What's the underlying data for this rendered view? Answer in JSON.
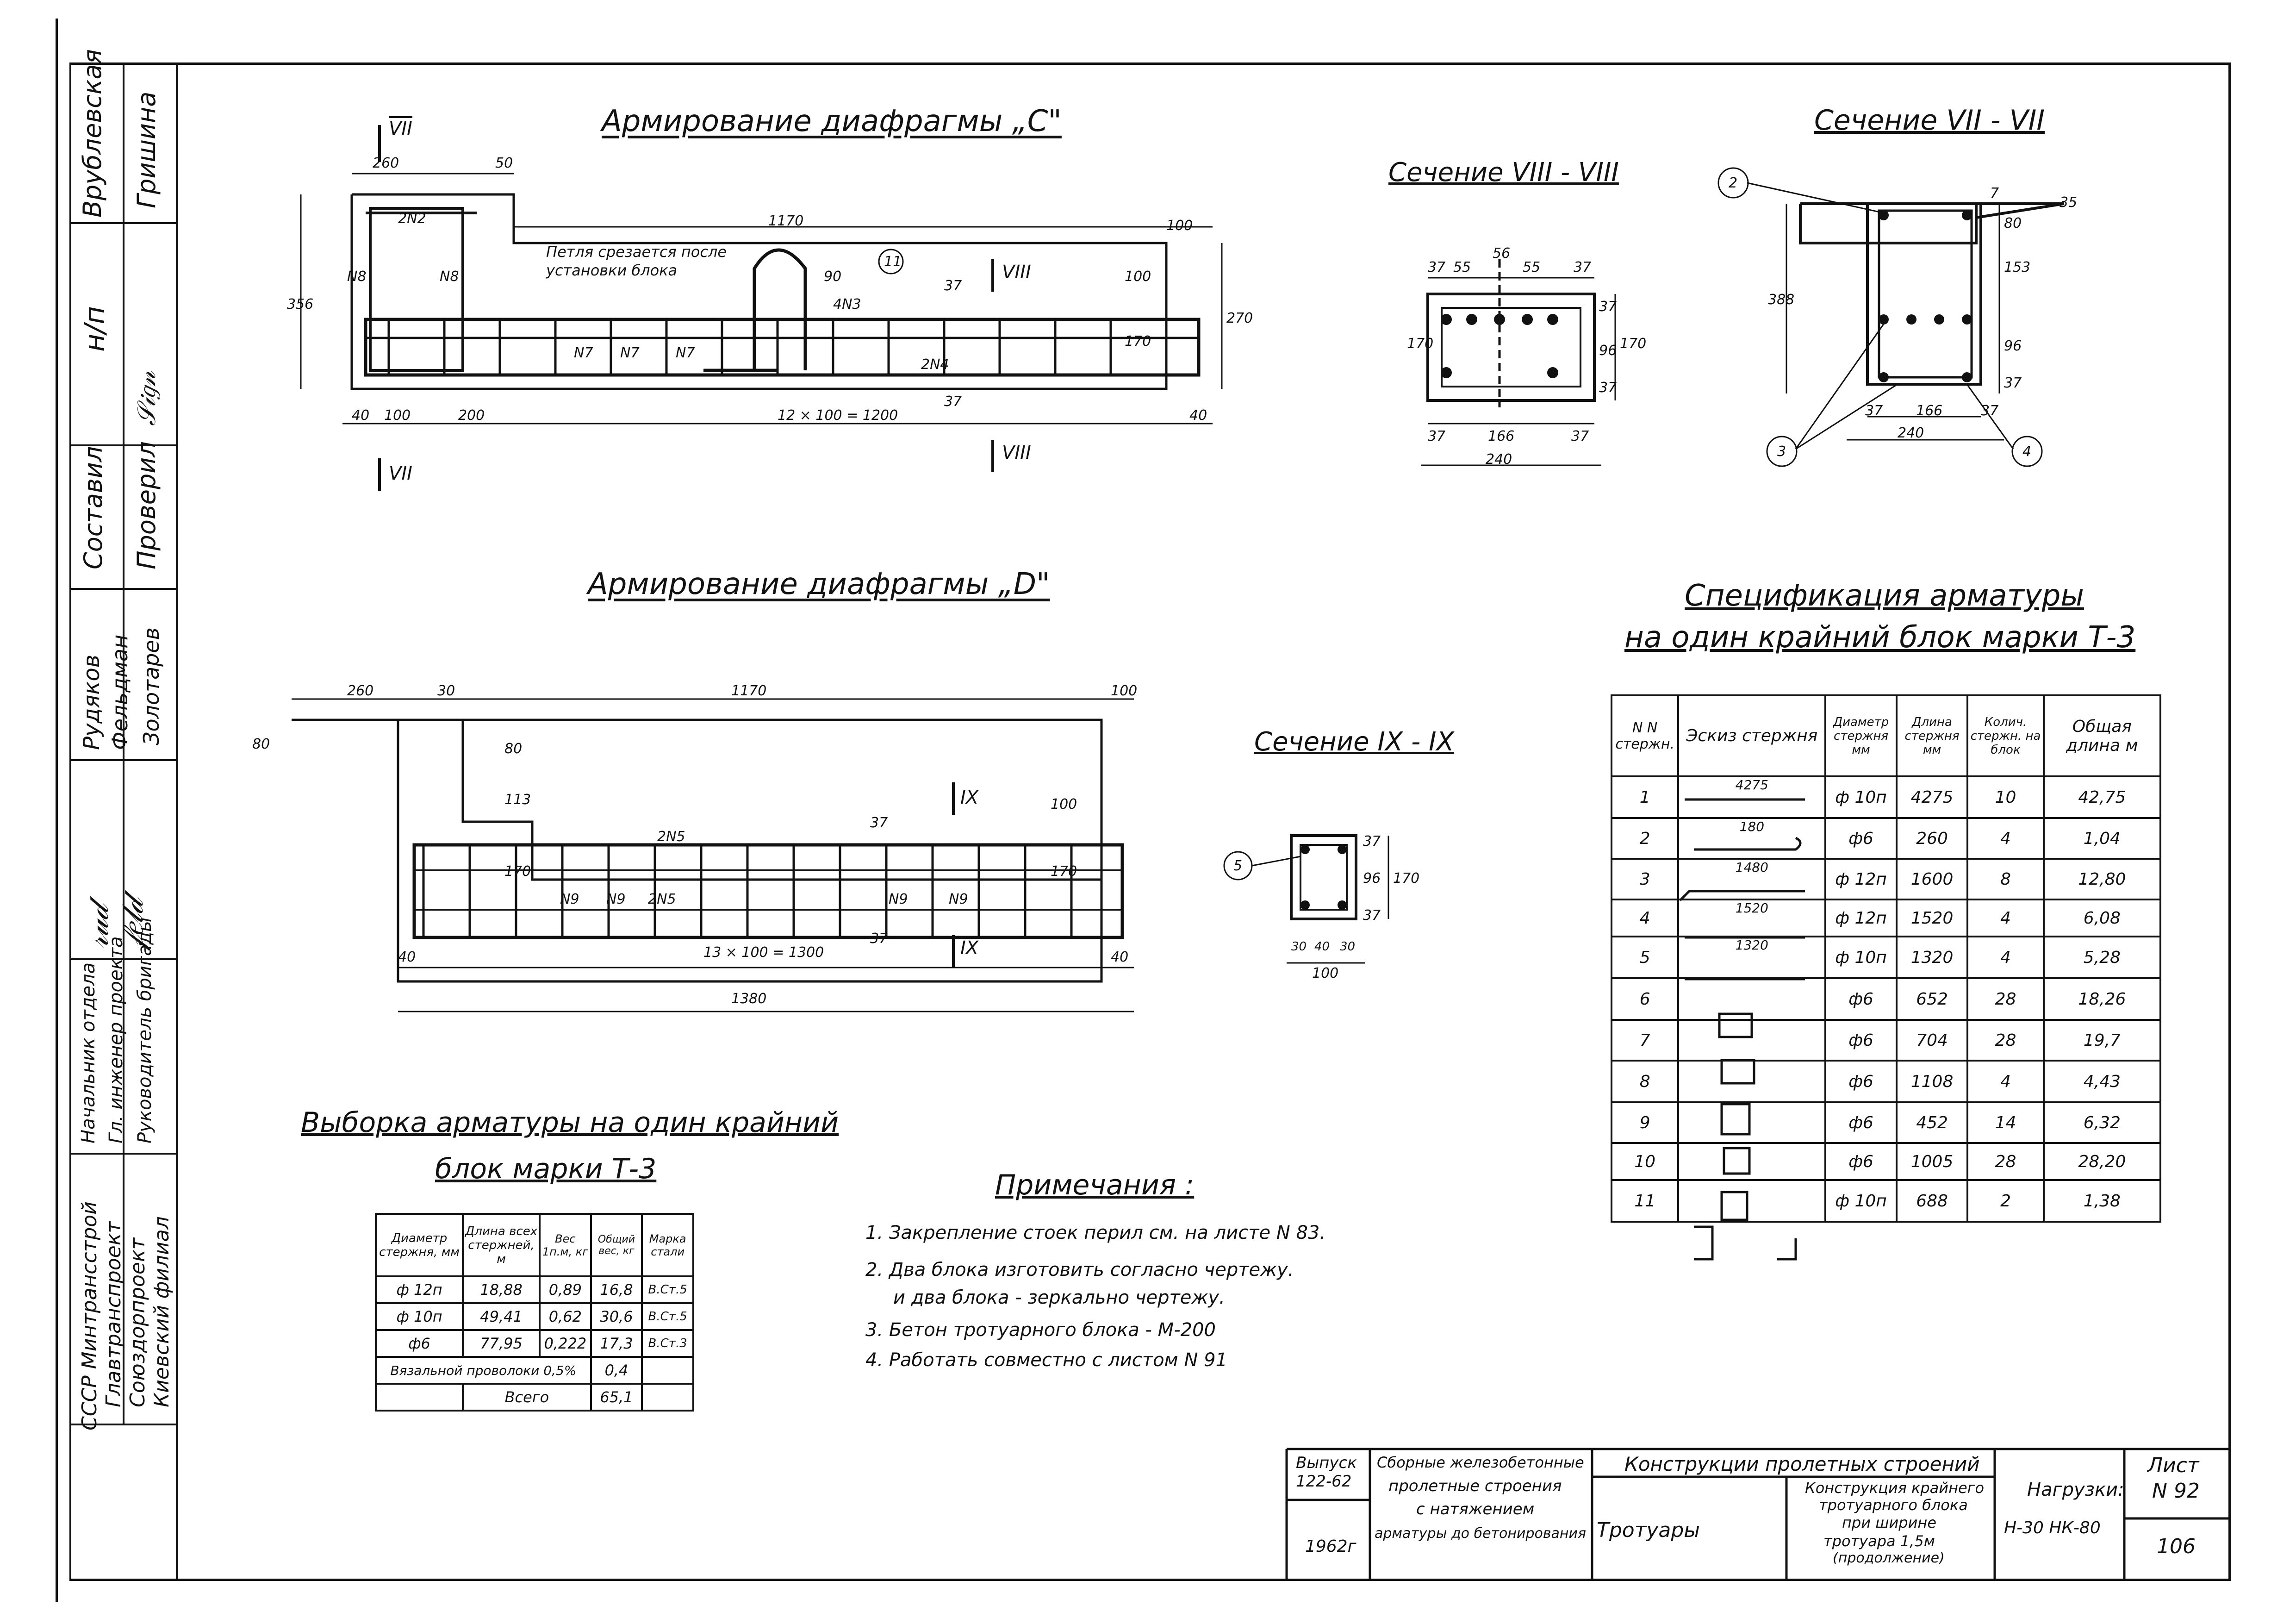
{
  "side_block": {
    "roles": [
      "Составил",
      "Проверил"
    ],
    "names_top": [
      "Врублевская",
      "Гришина",
      "н/п"
    ],
    "names_mid": [
      "Рудяков",
      "Фельдман",
      "Золотарев"
    ],
    "positions": [
      "Начальник отдела",
      "Гл. инженер проекта",
      "Руководитель бригады"
    ],
    "org": [
      "СССР Минтрансстрой",
      "Главтранспроект",
      "Союздорпроект",
      "Киевский филиал"
    ]
  },
  "drawing_c": {
    "title": "Армирование диафрагмы „С\"",
    "section_top": "VII",
    "section_bottom": "VII",
    "section_right_top": "VIII",
    "section_right_bottom": "VIII",
    "dims": {
      "d260": "260",
      "d50": "50",
      "d1170": "1170",
      "d100": "100",
      "d356": "356",
      "d270": "270",
      "d170": "170",
      "d90": "90",
      "d37": "37",
      "d37b": "37",
      "d40a": "40",
      "d100b": "100",
      "d200": "200",
      "span": "12 × 100 = 1200",
      "d40b": "40",
      "d100c": "100"
    },
    "labels": {
      "n2": "2N2",
      "n8a": "N8",
      "n8b": "N8",
      "n7a": "N7",
      "n7b": "N7",
      "n7c": "N7",
      "n4": "2N4",
      "n4c": "4N3",
      "callout": "11"
    },
    "loop_note": [
      "Петля срезается после",
      "установки блока"
    ]
  },
  "section_viii": {
    "title": "Сечение VIII - VIII",
    "dims": {
      "a": "37",
      "b": "55",
      "c": "56",
      "d": "55",
      "e": "37",
      "h170": "170",
      "h96": "96",
      "h37a": "37",
      "h37b": "37",
      "h170b": "170",
      "w37a": "37",
      "w166": "166",
      "w37b": "37",
      "w240": "240"
    }
  },
  "section_vii": {
    "title": "Сечение VII - VII",
    "dims": {
      "h388": "388",
      "h80": "80",
      "h153": "153",
      "h96": "96",
      "h37": "37",
      "w37a": "37",
      "w166": "166",
      "w37b": "37",
      "w240": "240",
      "a7": "7",
      "a35": "35"
    },
    "callouts": [
      "2",
      "3",
      "4"
    ]
  },
  "drawing_d": {
    "title": "Армирование диафрагмы „D\"",
    "section_top": "IX",
    "section_bottom": "IX",
    "dims": {
      "d260": "260",
      "d30": "30",
      "d1170": "1170",
      "d100": "100",
      "d80a": "80",
      "d80b": "80",
      "d113": "113",
      "d170a": "170",
      "d170b": "170",
      "d100v": "100",
      "d37a": "37",
      "d37b": "37",
      "d40a": "40",
      "span": "13 × 100 = 1300",
      "d40b": "40",
      "d1380": "1380"
    },
    "labels": {
      "n5a": "2N5",
      "n5b": "2N5",
      "n9a": "N9",
      "n9b": "N9",
      "n9c": "N9",
      "n9d": "N9"
    }
  },
  "section_ix": {
    "title": "Сечение IX - IX",
    "dims": {
      "h37": "37",
      "h96": "96",
      "h37b": "37",
      "h170": "170",
      "w30": "30",
      "w40": "40",
      "w30b": "30",
      "w100": "100"
    },
    "callout": "5"
  },
  "spec": {
    "title_line1": "Спецификация арматуры",
    "title_line2": "на один крайний блок марки Т-3",
    "headers": [
      "N N стержн.",
      "Эскиз стержня",
      "Диаметр стержня мм",
      "Длина стержня мм",
      "Колич. стержн. на блок",
      "Общая длина м"
    ],
    "rows": [
      {
        "n": "1",
        "sketch": "4275",
        "d": "ф 10п",
        "len": "4275",
        "qty": "10",
        "total": "42,75"
      },
      {
        "n": "2",
        "sketch": "180",
        "d": "ф6",
        "len": "260",
        "qty": "4",
        "total": "1,04"
      },
      {
        "n": "3",
        "sketch": "1480",
        "d": "ф 12п",
        "len": "1600",
        "qty": "8",
        "total": "12,80"
      },
      {
        "n": "4",
        "sketch": "1520",
        "d": "ф 12п",
        "len": "1520",
        "qty": "4",
        "total": "6,08"
      },
      {
        "n": "5",
        "sketch": "1320",
        "d": "ф 10п",
        "len": "1320",
        "qty": "4",
        "total": "5,28"
      },
      {
        "n": "6",
        "sketch": "",
        "d": "ф6",
        "len": "652",
        "qty": "28",
        "total": "18,26"
      },
      {
        "n": "7",
        "sketch": "",
        "d": "ф6",
        "len": "704",
        "qty": "28",
        "total": "19,7"
      },
      {
        "n": "8",
        "sketch": "",
        "d": "ф6",
        "len": "1108",
        "qty": "4",
        "total": "4,43"
      },
      {
        "n": "9",
        "sketch": "",
        "d": "ф6",
        "len": "452",
        "qty": "14",
        "total": "6,32"
      },
      {
        "n": "10",
        "sketch": "",
        "d": "ф6",
        "len": "1005",
        "qty": "28",
        "total": "28,20"
      },
      {
        "n": "11",
        "sketch": "",
        "d": "ф 10п",
        "len": "688",
        "qty": "2",
        "total": "1,38"
      }
    ]
  },
  "selection": {
    "title_line1": "Выборка арматуры на один крайний",
    "title_line2": "блок марки Т-3",
    "headers": [
      "Диаметр стержня, мм",
      "Длина всех стержней, м",
      "Вес 1п.м, кг",
      "Общий вес, кг",
      "Марка стали"
    ],
    "rows": [
      {
        "d": "ф 12п",
        "len": "18,88",
        "w": "0,89",
        "total": "16,8",
        "steel": "В.Ст.5"
      },
      {
        "d": "ф 10п",
        "len": "49,41",
        "w": "0,62",
        "total": "30,6",
        "steel": "В.Ст.5"
      },
      {
        "d": "ф6",
        "len": "77,95",
        "w": "0,222",
        "total": "17,3",
        "steel": "В.Ст.3"
      }
    ],
    "wire_label": "Вязальной проволоки 0,5%",
    "wire_value": "0,4",
    "total_label": "Всего",
    "total_value": "65,1"
  },
  "notes": {
    "title": "Примечания :",
    "items": [
      "1. Закрепление стоек перил см. на листе N 83.",
      "2. Два блока изготовить согласно чертежу.",
      "и два блока - зеркально чертежу.",
      "3. Бетон тротуарного блока - М-200",
      "4. Работать совместно с листом N 91"
    ]
  },
  "stamp": {
    "issue_label": "Выпуск",
    "issue_value": "122-62",
    "year": "1962г",
    "series": [
      "Сборные железобетонные",
      "пролетные строения",
      "с натяжением",
      "арматуры до бетонирования"
    ],
    "header": "Конструкции пролетных строений",
    "section": "Тротуары",
    "desc": [
      "Конструкция крайнего",
      "тротуарного блока",
      "при ширине",
      "тротуара 1,5м",
      "(продолжение)"
    ],
    "load_label": "Нагрузки:",
    "load_value": "Н-30 НК-80",
    "sheet_label": "Лист",
    "sheet_value": "N 92",
    "page": "106"
  }
}
